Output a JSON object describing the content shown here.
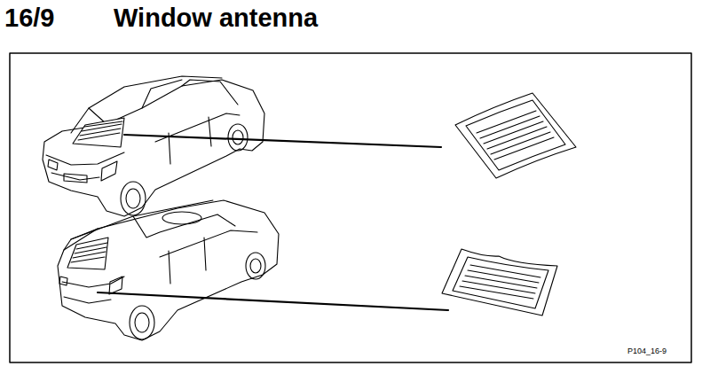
{
  "diagram": {
    "title": "Window antenna",
    "labels": [
      "16/9",
      "P104_16-9"
    ]
  }
}
